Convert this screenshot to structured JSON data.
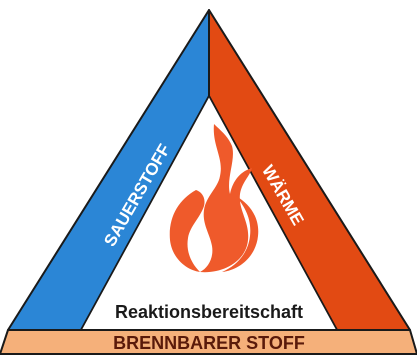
{
  "diagram": {
    "left_side_label": "SAUERSTOFF",
    "right_side_label": "WÄRME",
    "center_label": "Reaktionsbereitschaft",
    "base_label": "BRENNBARER STOFF"
  },
  "colors": {
    "left_side": "#2b86d6",
    "right_side": "#e24a13",
    "base": "#f5b07a",
    "base_text": "#5a1a0a",
    "flame": "#ef5a2b",
    "outline": "#1a1a1a"
  },
  "icons": {
    "center": "flame-icon"
  }
}
